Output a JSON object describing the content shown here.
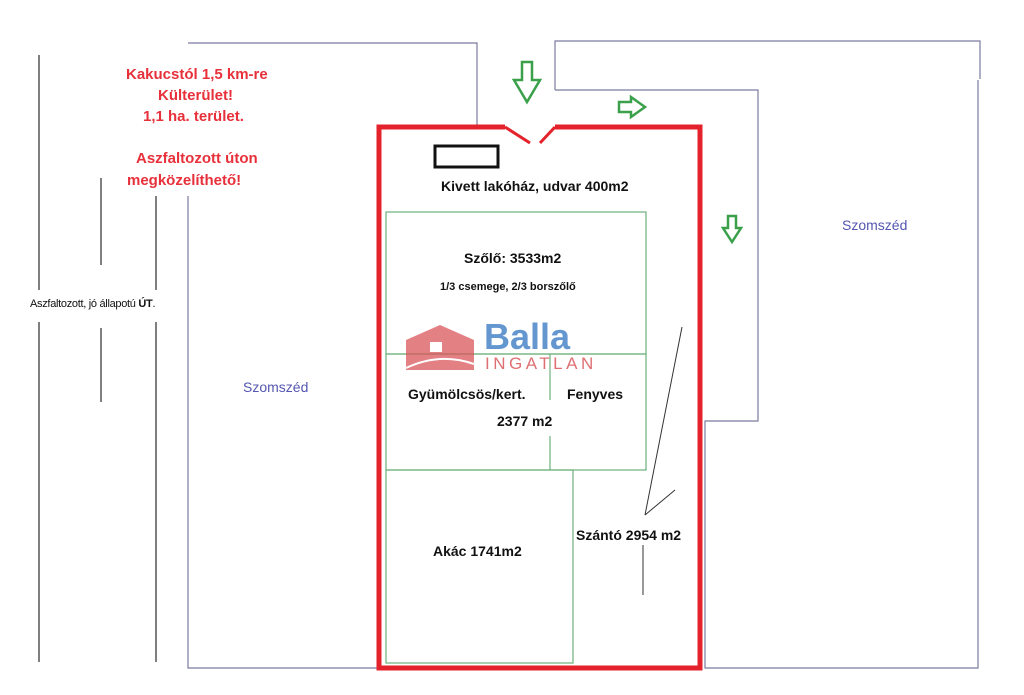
{
  "notes": {
    "line1": "Kakucstól 1,5 km-re",
    "line2": "Külterület!",
    "line3": "1,1 ha. terület.",
    "line4": "Aszfaltozott úton",
    "line5": "megközelíthető!"
  },
  "road": {
    "label_prefix": "Aszfaltozott, jó állapotú ",
    "label_bold": "ÚT",
    "label_suffix": "."
  },
  "neighbors": {
    "left": "Szomszéd",
    "right": "Szomszéd"
  },
  "plots": {
    "house": "Kivett lakóház, udvar 400m2",
    "vineyard": "Szőlő: 3533m2",
    "vineyard_detail": "1/3 csemege, 2/3 borszőlő",
    "orchard": "Gyümölcsös/kert.",
    "pine": "Fenyves",
    "orchard_area": "2377 m2",
    "acacia": "Akác 1741m2",
    "arable": "Szántó 2954 m2"
  },
  "logo": {
    "name": "Balla",
    "sub": "INGATLAN"
  },
  "colors": {
    "boundary": "#e3222b",
    "inner": "#6cb07a",
    "arrow": "#3aa04a",
    "neighbor_line": "#7a7ca0",
    "road_line": "#555555"
  }
}
